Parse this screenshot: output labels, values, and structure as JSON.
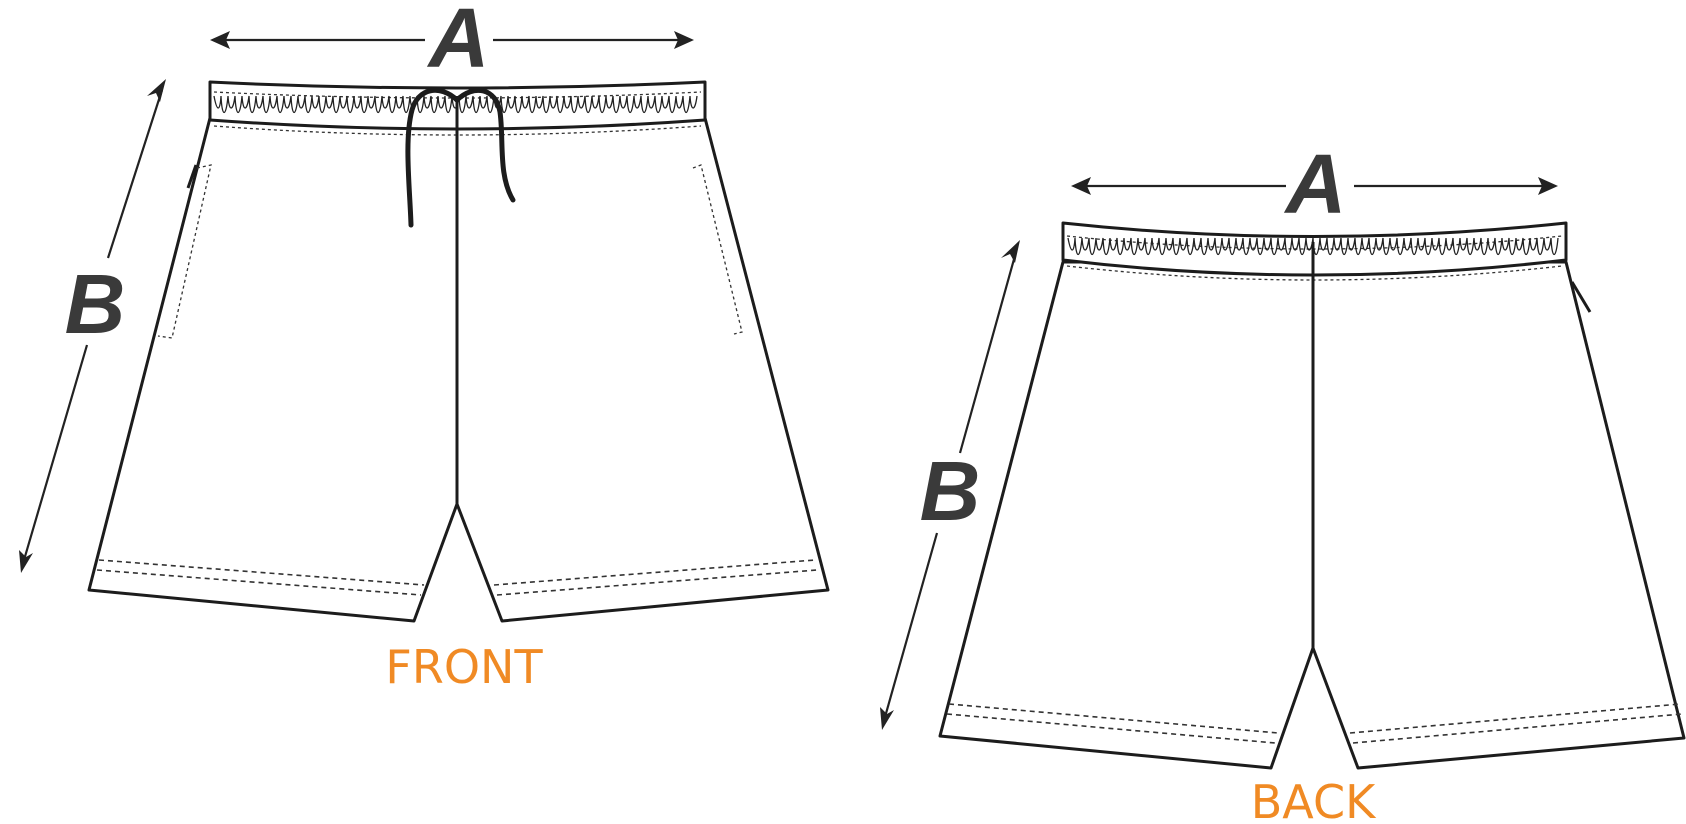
{
  "colors": {
    "label": "#f08a24",
    "outline": "#1c1c1c",
    "dimension": "#3a3a3a"
  },
  "front": {
    "label": "FRONT",
    "width_marker": "A",
    "length_marker": "B"
  },
  "back": {
    "label": "BACK",
    "width_marker": "A",
    "length_marker": "B"
  }
}
